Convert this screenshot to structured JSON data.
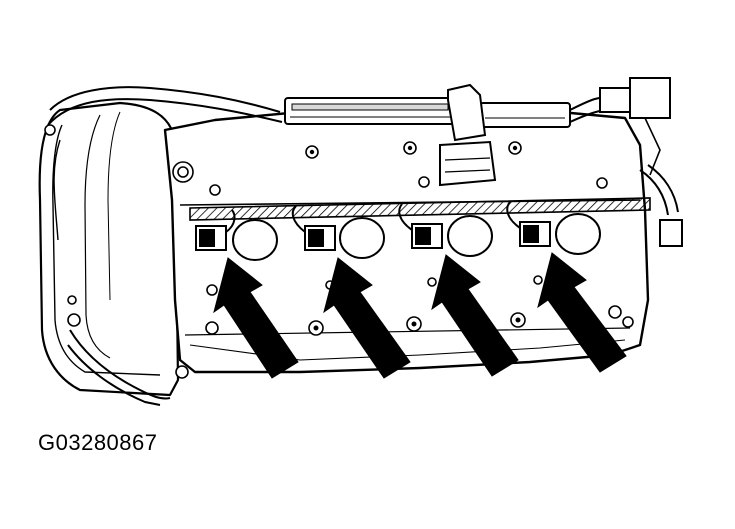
{
  "figure": {
    "code": "G03280867"
  },
  "colors": {
    "ink": "#000000",
    "paper": "#ffffff",
    "shade": "#d8d8d8"
  },
  "callouts": {
    "count": 4,
    "target": "ignition-coil-connector"
  }
}
